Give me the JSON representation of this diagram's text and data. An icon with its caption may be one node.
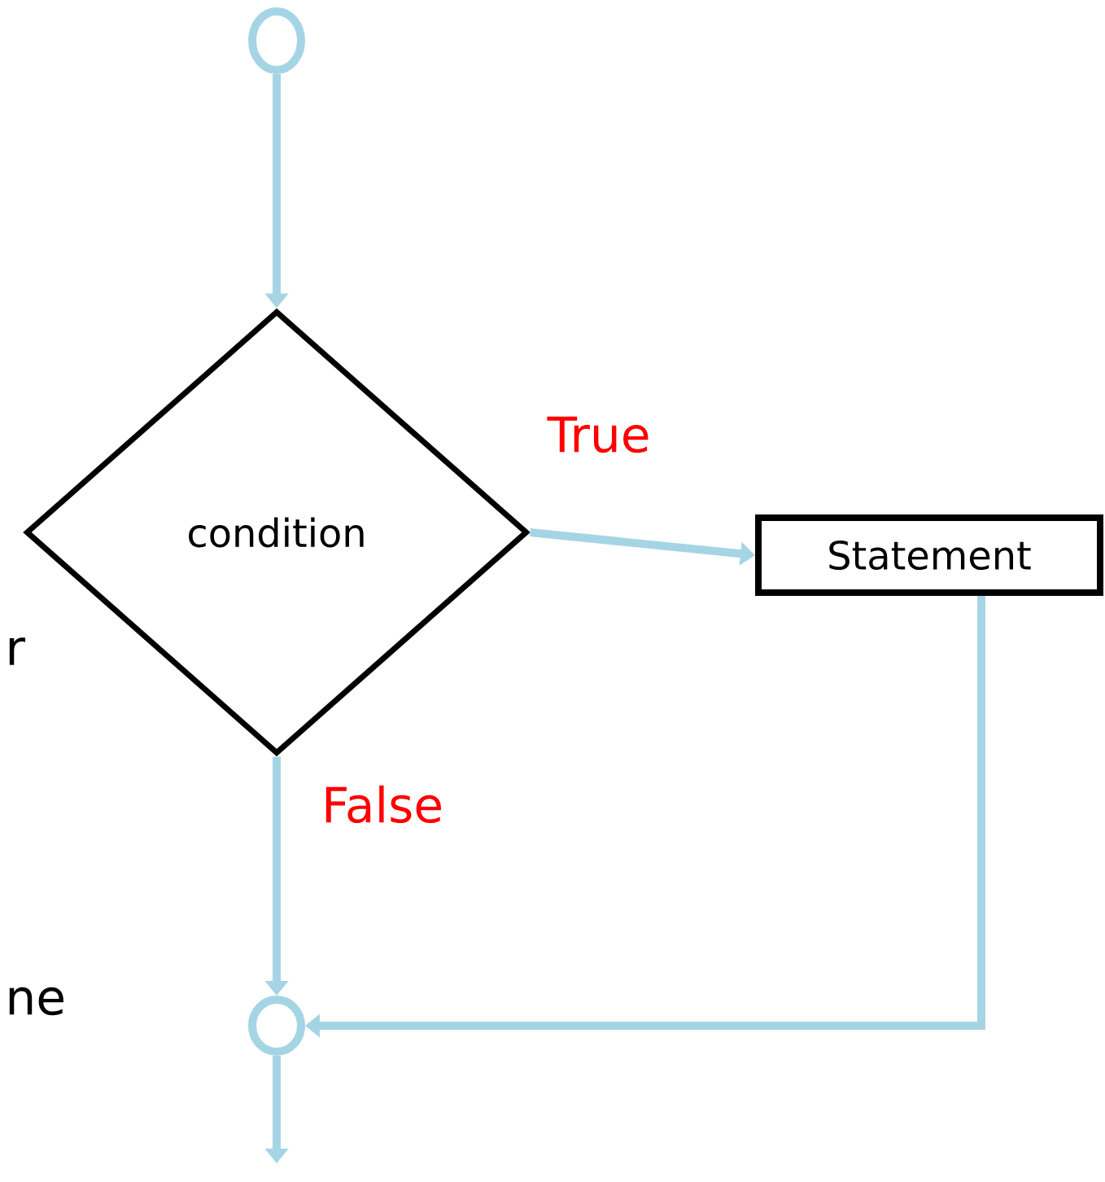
{
  "diagram": {
    "nodes": [
      {
        "text": [],
        "shape": "circle"
      },
      {
        "text": [
          "condition"
        ]
      },
      {
        "text": [
          "Statement"
        ]
      },
      {
        "text": [],
        "shape": "circle"
      }
    ],
    "edges": [
      {
        "from": 0,
        "to": 1,
        "arrow": "to"
      },
      {
        "from": 1,
        "to": 2,
        "arrow": "to",
        "label": "True"
      },
      {
        "from": 1,
        "to": 3,
        "arrow": "to",
        "label": "False"
      },
      {
        "from": 2,
        "to": 3,
        "arrow": "to"
      },
      {
        "from": 3,
        "to": null,
        "arrow": "to"
      }
    ],
    "labels": [
      "r",
      "ne"
    ]
  }
}
